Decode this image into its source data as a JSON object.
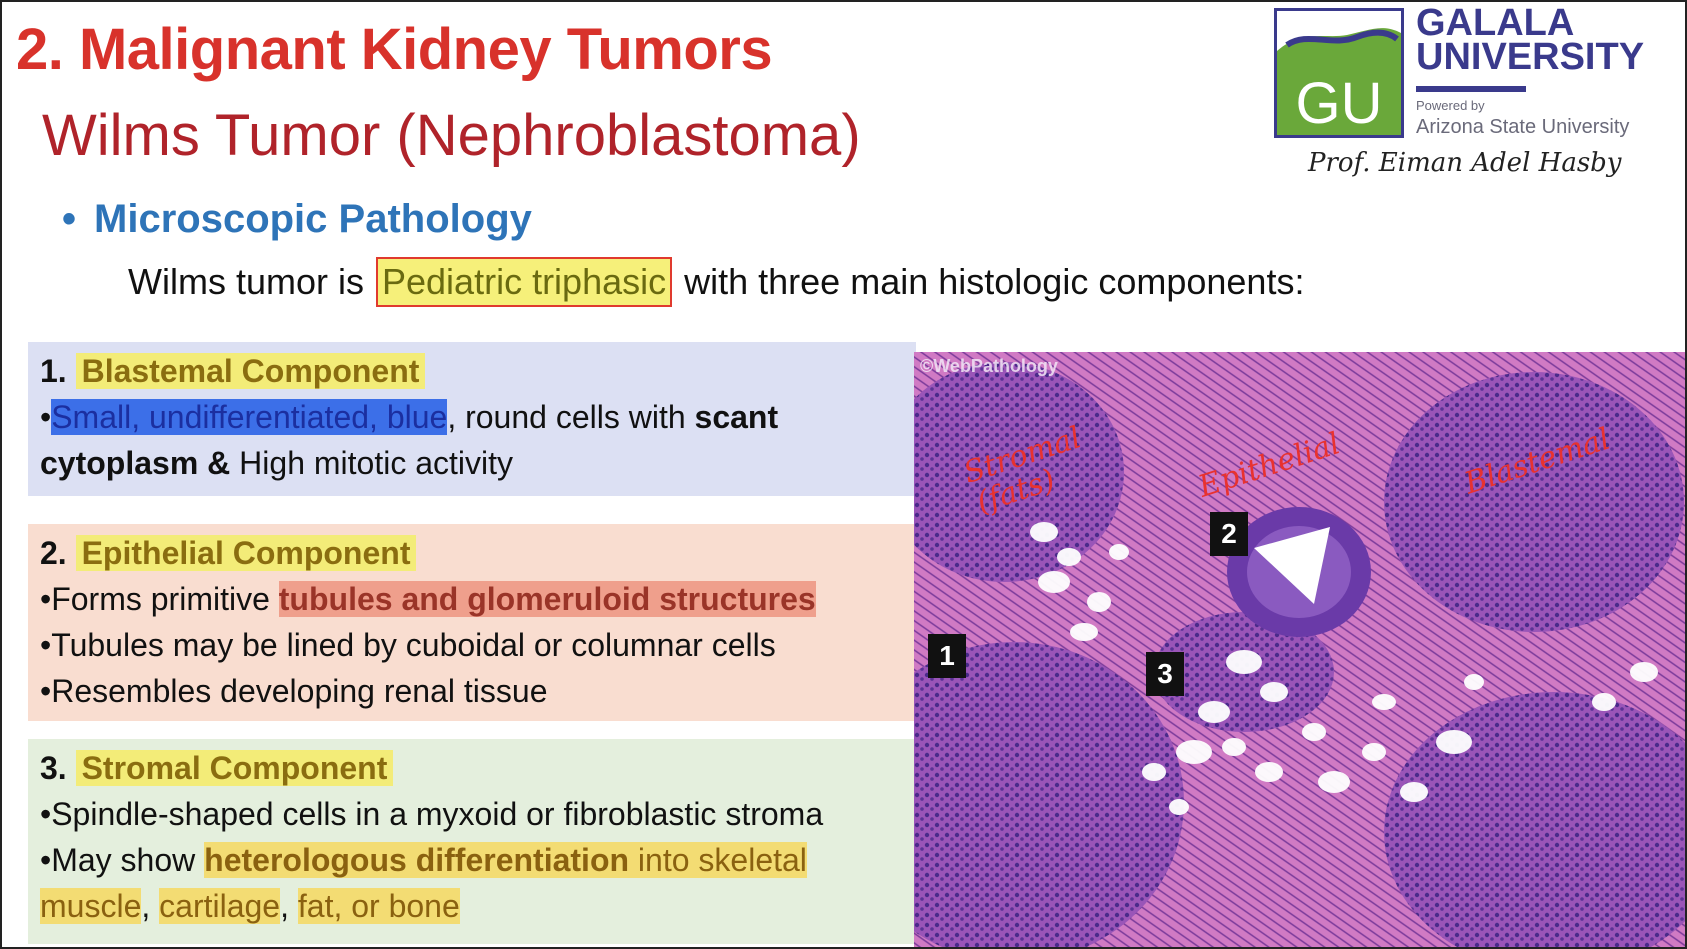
{
  "slide": {
    "title": "2. Malignant Kidney Tumors",
    "subtitle": "Wilms Tumor (Nephroblastoma)",
    "section_heading": "Microscopic Pathology",
    "intro": {
      "before": "Wilms tumor is ",
      "highlight": "Pediatric triphasic",
      "after": " with three main histologic components:"
    }
  },
  "components": [
    {
      "number": "1.",
      "name": "Blastemal Component",
      "bullet1_highlight": "Small, undifferentiated, blue",
      "bullet1_rest": ", round cells with ",
      "bullet1_bold": "scant cytoplasm &",
      "bullet1_end": " High mitotic activity"
    },
    {
      "number": "2.",
      "name": "Epithelial Component",
      "bullet1_text": "Forms primitive ",
      "bullet1_highlight": "tubules and glomeruloid structures",
      "bullet2": "Tubules may be lined by cuboidal or columnar cells",
      "bullet3": "Resembles developing renal tissue"
    },
    {
      "number": "3.",
      "name": "Stromal Component",
      "bullet1": "Spindle-shaped cells in a myxoid or fibroblastic stroma",
      "bullet2_text": "May show ",
      "bullet2_highlight_bold": "heterologous differentiation",
      "bullet2_highlight": " into skeletal muscle",
      "bullet2_sep1": ", ",
      "bullet2_cartilage": "cartilage",
      "bullet2_sep2": ", ",
      "bullet2_end": "fat, or bone"
    }
  ],
  "bullet_char": "•",
  "logo": {
    "initials": "GU",
    "line1": "GALALA",
    "line2": "UNIVERSITY",
    "powered_by": "Powered by",
    "partner": "Arizona State University",
    "professor": "Prof. Eiman Adel Hasby"
  },
  "micrograph": {
    "watermark": "©WebPathology",
    "markers": [
      "1",
      "2",
      "3"
    ],
    "annotations": {
      "stromal_line1": "Stromal",
      "stromal_line2": "(fats)",
      "epithelial": "Epithelial",
      "blastemal": "Blastemal"
    }
  },
  "colors": {
    "title": "#d8322b",
    "subtitle": "#b0232a",
    "heading": "#2e74b8",
    "panel_blue": "#dce0f3",
    "panel_peach": "#f9ddd0",
    "panel_green": "#e4efdd",
    "logo_green": "#6aa83a",
    "logo_navy": "#3a3a8c",
    "annotation_red": "#e8322f"
  }
}
